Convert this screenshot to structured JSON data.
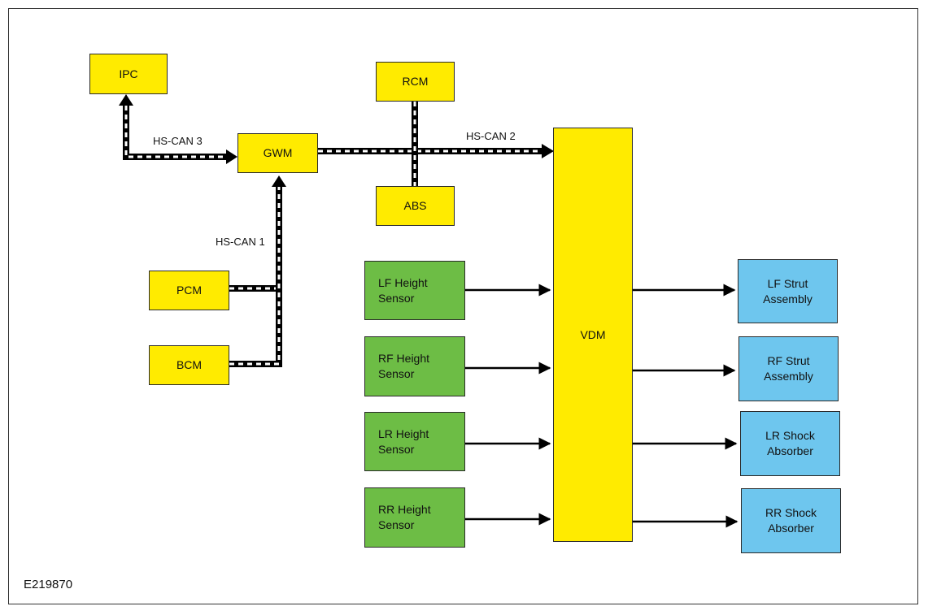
{
  "colors": {
    "module": "#ffeb00",
    "sensor": "#6dbd45",
    "actuator": "#6ec6ee",
    "wire": "#000000",
    "bus_dash": "#ffffff"
  },
  "modules": {
    "ipc": "IPC",
    "gwm": "GWM",
    "rcm": "RCM",
    "abs": "ABS",
    "pcm": "PCM",
    "bcm": "BCM",
    "vdm": "VDM"
  },
  "sensors": {
    "lf": "LF Height\nSensor",
    "rf": "RF Height\nSensor",
    "lr": "LR Height\nSensor",
    "rr": "RR Height\nSensor"
  },
  "actuators": {
    "lf": "LF Strut\nAssembly",
    "rf": "RF Strut\nAssembly",
    "lr": "LR Shock\nAbsorber",
    "rr": "RR Shock\nAbsorber"
  },
  "buses": {
    "hs_can_1": "HS-CAN 1",
    "hs_can_2": "HS-CAN 2",
    "hs_can_3": "HS-CAN 3"
  },
  "figure_id": "E219870"
}
